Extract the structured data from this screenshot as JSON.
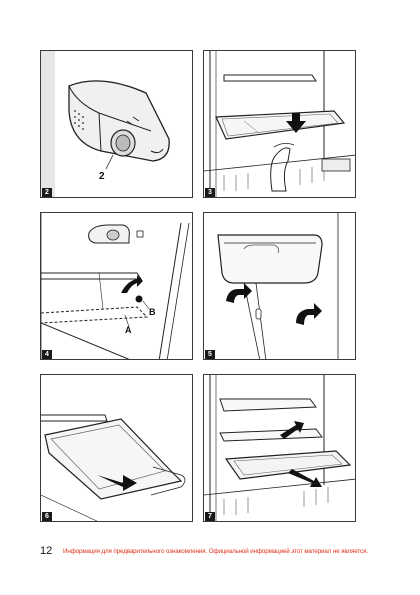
{
  "figures": [
    {
      "number": "2",
      "callout": "2"
    },
    {
      "number": "3"
    },
    {
      "number": "4",
      "callout_a": "A",
      "callout_b": "B"
    },
    {
      "number": "5"
    },
    {
      "number": "6"
    },
    {
      "number": "7"
    }
  ],
  "footer": {
    "page_number": "12",
    "disclaimer": "Информация для предварительного ознакомления. Официальной информацией этот материал не является."
  }
}
